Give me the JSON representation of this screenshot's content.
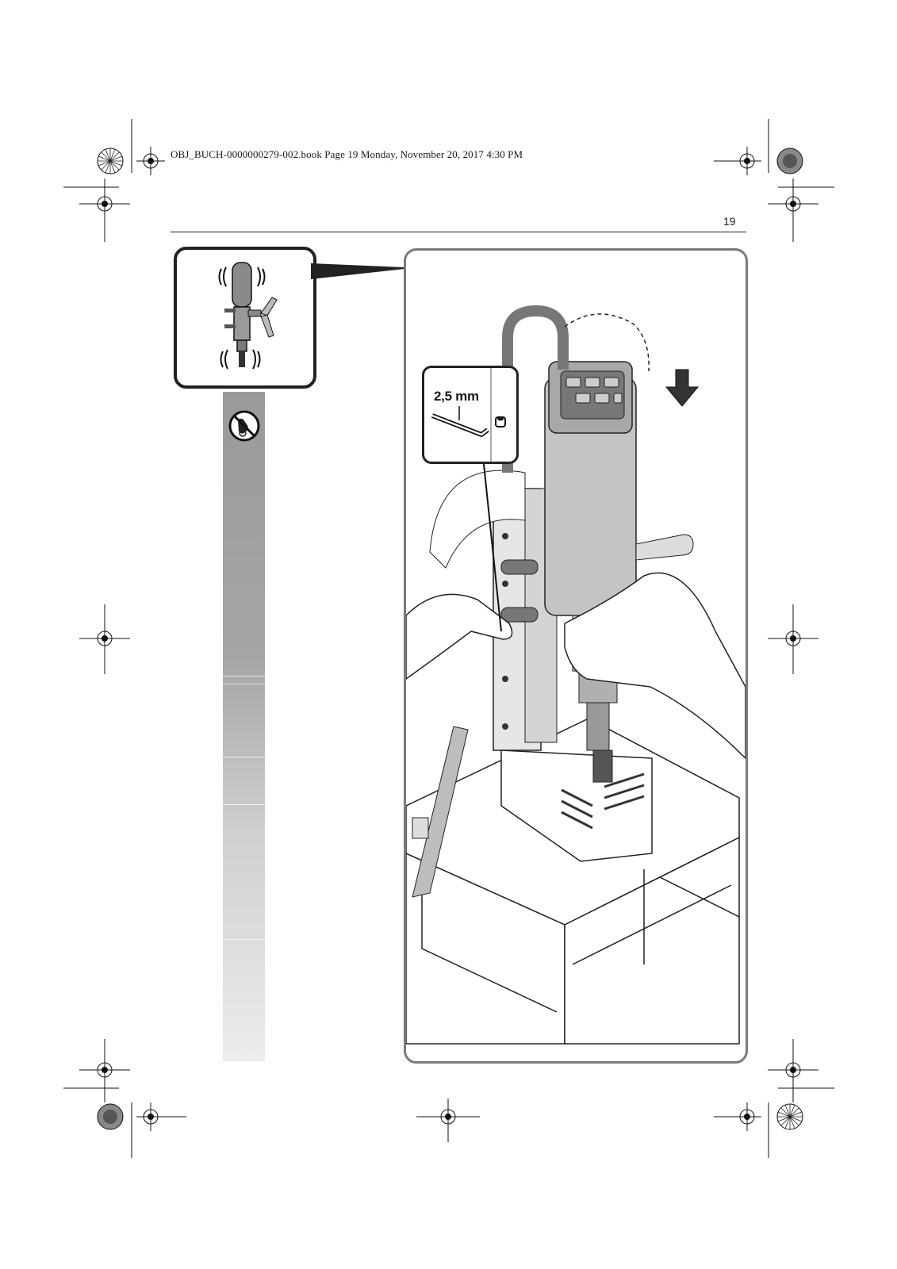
{
  "header": {
    "book_info": "OBJ_BUCH-0000000279-002.book  Page 19  Monday, November 20, 2017  4:30 PM"
  },
  "page_number": "19",
  "detail_callout": {
    "wrench_size": "2,5 mm"
  },
  "icons": {
    "warning_symbol": "no-touch-prohibition-icon",
    "arrow": "down-arrow-icon"
  }
}
